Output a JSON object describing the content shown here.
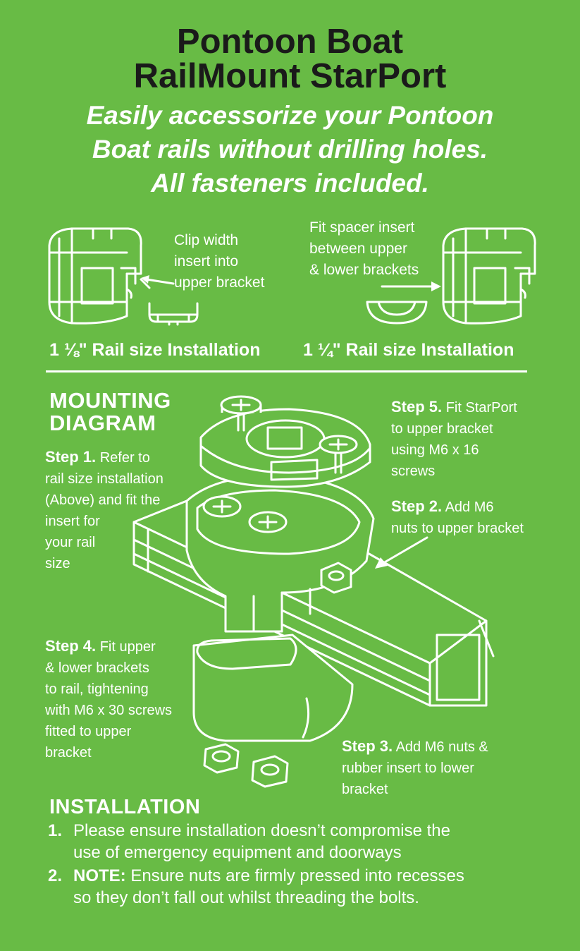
{
  "header": {
    "title_line1": "Pontoon Boat",
    "title_line2": "RailMount StarPort",
    "tagline_line1": "Easily accessorize your Pontoon",
    "tagline_line2": "Boat rails without drilling holes.",
    "tagline_line3": "All fasteners included."
  },
  "install_left": {
    "caption_line1": "Clip width",
    "caption_line2": "insert into",
    "caption_line3": "upper bracket",
    "rail_size": "1 ⅛\"",
    "rail_label": "Rail size Installation"
  },
  "install_right": {
    "caption_line1": "Fit spacer insert",
    "caption_line2": "between upper",
    "caption_line3": "& lower brackets",
    "rail_size": "1 ¼\"",
    "rail_label": "Rail size Installation"
  },
  "mounting": {
    "heading_line1": "MOUNTING",
    "heading_line2": "DIAGRAM",
    "steps": [
      {
        "label": "Step 1.",
        "lines": [
          "Refer to",
          "rail size installation",
          "(Above) and fit the",
          "insert for",
          "your rail",
          "size"
        ]
      },
      {
        "label": "Step 2.",
        "lines": [
          "Add M6",
          "nuts to upper bracket"
        ]
      },
      {
        "label": "Step 3.",
        "lines": [
          "Add M6 nuts &",
          "rubber insert to lower",
          "bracket"
        ]
      },
      {
        "label": "Step 4.",
        "lines": [
          "Fit upper",
          "& lower brackets",
          "to rail, tightening",
          "with M6 x 30 screws",
          "fitted to upper",
          "bracket"
        ]
      },
      {
        "label": "Step 5.",
        "lines": [
          "Fit StarPort",
          "to upper bracket",
          "using M6 x 16",
          "screws"
        ]
      }
    ]
  },
  "installation": {
    "heading": "INSTALLATION",
    "items": [
      {
        "num": "1.",
        "line1": "Please ensure installation doesn’t compromise the",
        "line2": "use of emergency equipment and doorways"
      },
      {
        "num": "2.",
        "strong": "NOTE:",
        "line1": " Ensure nuts are firmly pressed into recesses",
        "line2": "so they don’t fall out whilst threading the bolts."
      }
    ]
  },
  "colors": {
    "background": "#68bb45",
    "title": "#1a1a1a",
    "text": "#ffffff"
  }
}
